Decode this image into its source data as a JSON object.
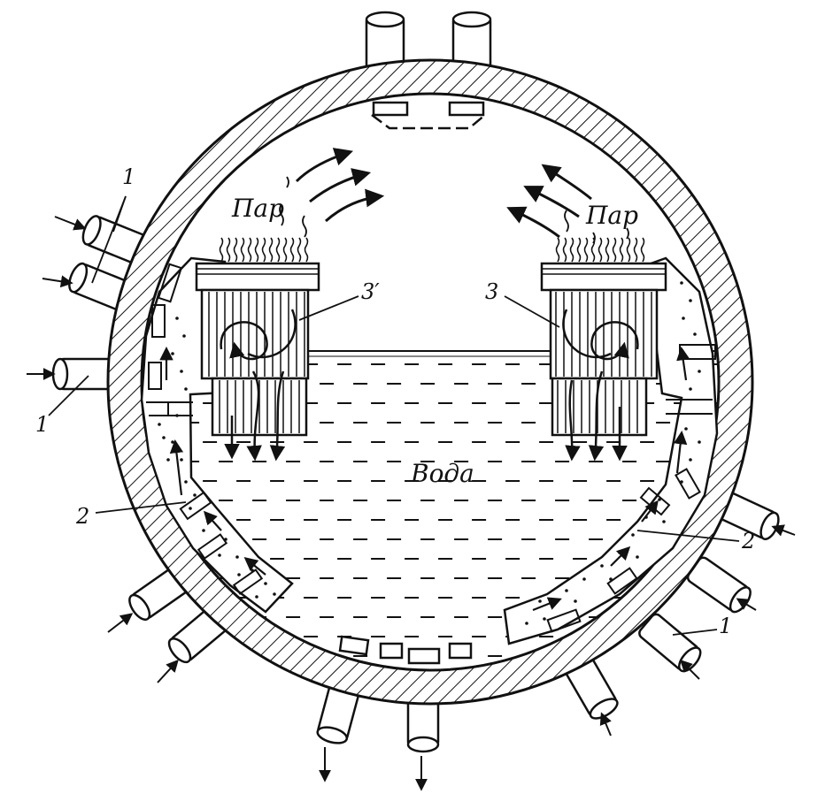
{
  "labels": {
    "steam_left": "Пар",
    "steam_right": "Пар",
    "water": "Вода",
    "separator_left": "3′",
    "separator_right": "3",
    "pipe_left_top": "1",
    "pipe_left_mid": "1",
    "pipe_right": "1",
    "screen_left": "2",
    "screen_right": "2"
  },
  "colors": {
    "ink": "#111111",
    "paper": "#ffffff"
  }
}
